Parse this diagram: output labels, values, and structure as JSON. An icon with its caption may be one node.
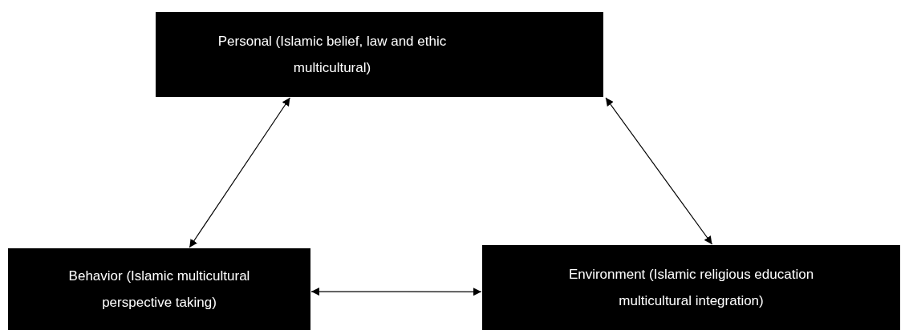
{
  "diagram": {
    "nodes": [
      {
        "text": [
          "Personal (Islamic belief, law and ethic multicultural)"
        ]
      },
      {
        "text": [
          "Behavior (Islamic multicultural perspective taking)"
        ]
      },
      {
        "text": [
          "Environment (Islamic religious education multicultural integration)"
        ]
      }
    ],
    "edges": [
      {
        "from": 0,
        "to": 1,
        "arrow": "both"
      },
      {
        "from": 0,
        "to": 2,
        "arrow": "both"
      },
      {
        "from": 1,
        "to": 2,
        "arrow": "both"
      }
    ]
  }
}
